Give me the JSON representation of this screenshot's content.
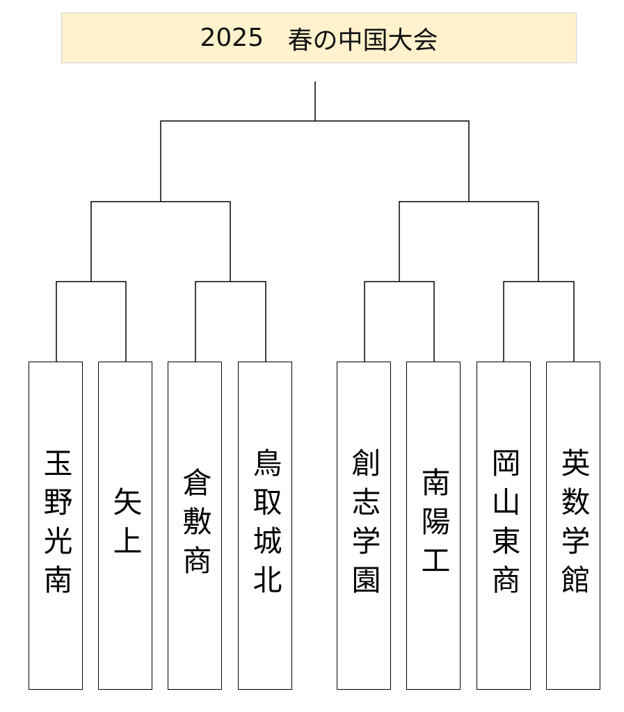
{
  "title": {
    "year": "2025",
    "name": "春の中国大会"
  },
  "teams": [
    "玉野光南",
    "矢上",
    "倉敷商",
    "鳥取城北",
    "創志学園",
    "南陽工",
    "岡山東商",
    "英数学館"
  ]
}
